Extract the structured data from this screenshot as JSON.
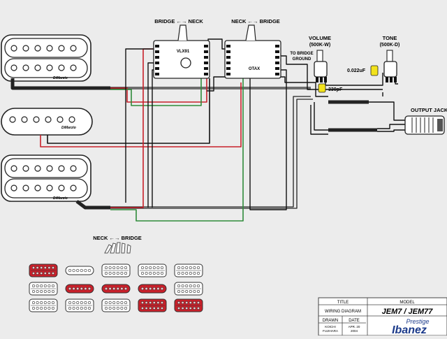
{
  "labels": {
    "switch1_header": "BRIDGE ←→ NECK",
    "switch1_name": "VLX91",
    "switch2_header": "NECK ←→ BRIDGE",
    "switch2_name": "OTAX",
    "volume_title": "VOLUME",
    "volume_value": "(500K-W)",
    "tone_title": "TONE",
    "tone_value": "(500K-D)",
    "to_bridge_1": "TO BRIDGE",
    "to_bridge_2": "GROUND",
    "cap_tone": "0.022uF",
    "cap_treble": "330pF",
    "output_jack": "OUTPUT JACK",
    "pickup_brand": "DiMarzio",
    "legend_title": "NECK ←→ BRIDGE"
  },
  "title_block": {
    "title_hdr": "TITLE",
    "model_hdr": "MODEL",
    "title_val": "WIRING DIAGRAM",
    "model_val": "JEM7 / JEM77",
    "drawn_hdr": "DRAWN",
    "date_hdr": "DATE",
    "drawn_by_1": "KOICHI",
    "drawn_by_2": "FUJIHARA",
    "date_1": "APR. 20",
    "date_2": "2004",
    "logo_script": "Prestige",
    "logo": "Ibanez"
  },
  "legend_positions": [
    [
      "H-red",
      "S",
      "H",
      "H",
      "H"
    ],
    [
      "H",
      "S-red",
      "S-red",
      "S-red",
      "H"
    ],
    [
      "H",
      "H",
      "H",
      "H-red",
      "H-red"
    ]
  ],
  "colors": {
    "hot": "#c8202a",
    "green": "#2e8b3a",
    "wire": "#111111",
    "shield": "#222222",
    "cap_yellow": "#f2e21c",
    "paper": "#ececec"
  }
}
